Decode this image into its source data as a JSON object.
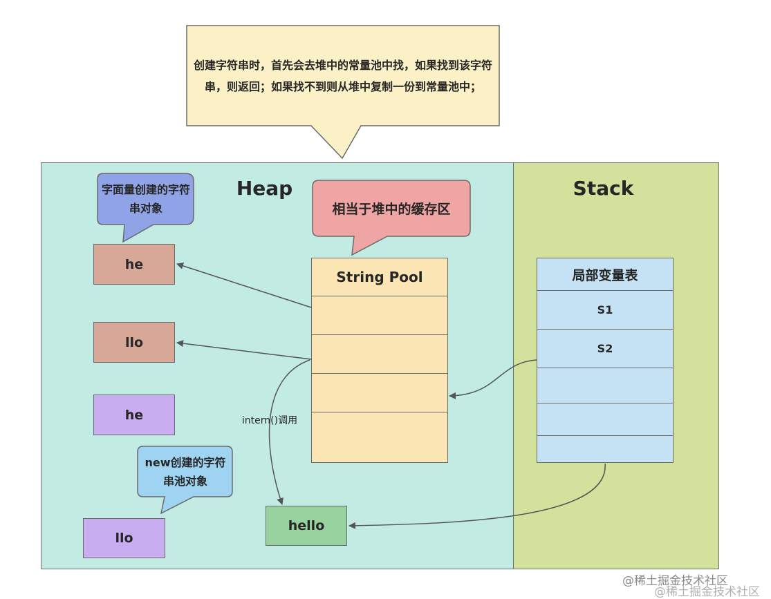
{
  "callout": {
    "text": "创建字符串时，首先会去堆中的常量池中找，如果找到该字符串，则返回；如果找不到则从堆中复制一份到常量池中；"
  },
  "heap": {
    "title": "Heap",
    "literal_note": "字面量创建的字符串对象",
    "new_note": "new创建的字符串池对象",
    "cache_note": "相当于堆中的缓存区",
    "objects": {
      "o1": "he",
      "o2": "llo",
      "o3": "he",
      "o4": "llo"
    },
    "result": "hello",
    "intern_label": "intern()调用",
    "pool": {
      "title": "String Pool"
    }
  },
  "stack": {
    "title": "Stack",
    "vars": {
      "title": "局部变量表",
      "s1": "S1",
      "s2": "S2"
    }
  },
  "watermark": "@稀土掘金技术社区",
  "colors": {
    "heap_bg": "#c2ebe3",
    "stack_bg": "#d2e29d",
    "callout_bg": "#fcf0c6",
    "literal_note_bg": "#8fa3e6",
    "new_note_bg": "#9fd3f2",
    "cache_note_bg": "#f0a5a5",
    "literal_obj": "#d7a797",
    "new_obj": "#c8aef0",
    "result_obj": "#97d39e",
    "pool_bg": "#fbe5b5",
    "vars_bg": "#c4e2f4"
  }
}
